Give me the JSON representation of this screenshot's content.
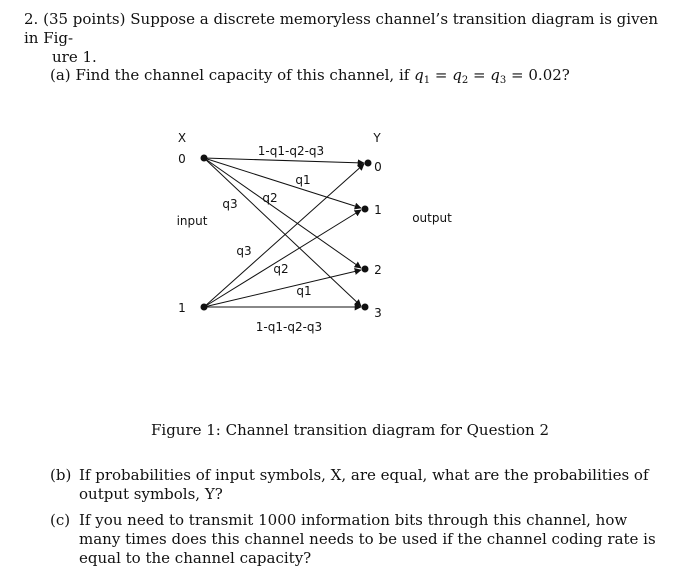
{
  "problem": {
    "number": "2.",
    "points": "(35 points)",
    "statement_line1": "Suppose a discrete memoryless channel’s transition diagram is given in Fig-",
    "statement_line2": "ure 1."
  },
  "part_a": {
    "label": "(a)",
    "text_before": "Find the channel capacity of this channel, if",
    "q1": "q",
    "q1_sub": "1",
    "eq1": " = ",
    "q2": "q",
    "q2_sub": "2",
    "eq2": " = ",
    "q3": "q",
    "q3_sub": "3",
    "eq3": " = 0.02?"
  },
  "diagram": {
    "x_header": "X",
    "y_header": "Y",
    "input_label": "input",
    "output_label": "output",
    "inputs": [
      "0",
      "1"
    ],
    "outputs": [
      "0",
      "1",
      "2",
      "3"
    ],
    "edge_labels": {
      "top_direct": "1-q1-q2-q3",
      "top_q1": "q1",
      "top_q2": "q2",
      "top_q3": "q3",
      "bottom_q3": "q3",
      "bottom_q2": "q2",
      "bottom_q1": "q1",
      "bottom_direct": "1-q1-q2-q3"
    }
  },
  "caption": "Figure 1: Channel transition diagram for Question 2",
  "part_b": {
    "label": "(b)",
    "text": "If probabilities of input symbols, X, are equal, what are the probabilities of output symbols, Y?"
  },
  "part_c": {
    "label": "(c)",
    "text": "If you need to transmit 1000 information bits through this channel, how many times does this channel needs to be used if the channel coding rate is equal to the channel capacity?"
  }
}
